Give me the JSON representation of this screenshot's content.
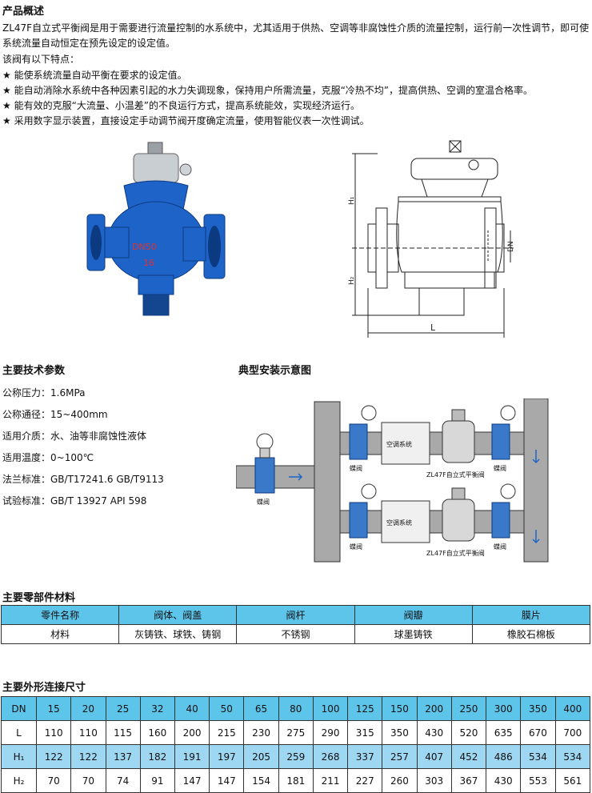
{
  "sections": {
    "overview_title": "产品概述",
    "intro": "ZL47F自立式平衡阀是用于需要进行流量控制的水系统中，尤其适用于供热、空调等非腐蚀性介质的流量控制，运行前一次性调节，即可使系统流量自动恒定在预先设定的设定值。",
    "features_lead": "该阀有以下特点：",
    "features": [
      "★ 能使系统流量自动平衡在要求的设定值。",
      "★ 能自动消除水系统中各种因素引起的水力失调现象，保持用户所需流量，克服“冷热不均”，提高供热、空调的室温合格率。",
      "★ 能有效的克服“大流量、小温差”的不良运行方式，提高系统能效，实现经济运行。",
      "★ 采用数字显示装置，直接设定手动调节阀开度确定流量，使用智能仪表一次性调试。"
    ],
    "specs_title": "主要技术参数",
    "install_title": "典型安装示意图",
    "materials_title": "主要零部件材料",
    "dims_title": "主要外形连接尺寸"
  },
  "specs": [
    "公称压力：1.6MPa",
    "公称通径：15~400mm",
    "适用介质：水、油等非腐蚀性液体",
    "适用温度：0~100℃",
    "法兰标准：GB/T17241.6  GB/T9113",
    "试验标准：GB/T 13927  API 598"
  ],
  "drawing": {
    "h1": "H₁",
    "h2": "H₂",
    "dn": "DN",
    "l": "L",
    "valve_mark_1": "DN50",
    "valve_mark_2": "16"
  },
  "install": {
    "butterfly": "蝶阀",
    "ac_system": "空调系统",
    "balance_valve": "ZL47F自立式平衡阀"
  },
  "materials": {
    "header": [
      "零件名称",
      "阀体、阀盖",
      "阀杆",
      "阀瓣",
      "膜片"
    ],
    "row": [
      "材料",
      "灰铸铁、球铁、铸钢",
      "不锈钢",
      "球墨铸铁",
      "橡胶石棉板"
    ]
  },
  "dims": {
    "rows": [
      [
        "DN",
        "15",
        "20",
        "25",
        "32",
        "40",
        "50",
        "65",
        "80",
        "100",
        "125",
        "150",
        "200",
        "250",
        "300",
        "350",
        "400"
      ],
      [
        "L",
        "110",
        "110",
        "115",
        "160",
        "200",
        "215",
        "230",
        "275",
        "290",
        "315",
        "350",
        "430",
        "520",
        "635",
        "670",
        "700"
      ],
      [
        "H₁",
        "122",
        "122",
        "137",
        "182",
        "191",
        "197",
        "205",
        "259",
        "268",
        "337",
        "257",
        "407",
        "452",
        "486",
        "534",
        "534"
      ],
      [
        "H₂",
        "70",
        "70",
        "74",
        "91",
        "147",
        "147",
        "154",
        "181",
        "211",
        "227",
        "260",
        "303",
        "367",
        "430",
        "553",
        "561"
      ]
    ]
  },
  "colors": {
    "valve_blue": "#1e64c8",
    "pipe_gray": "#a9a9a9",
    "table_header": "#5dc4ea",
    "table_header_light": "#9ed7f2"
  }
}
